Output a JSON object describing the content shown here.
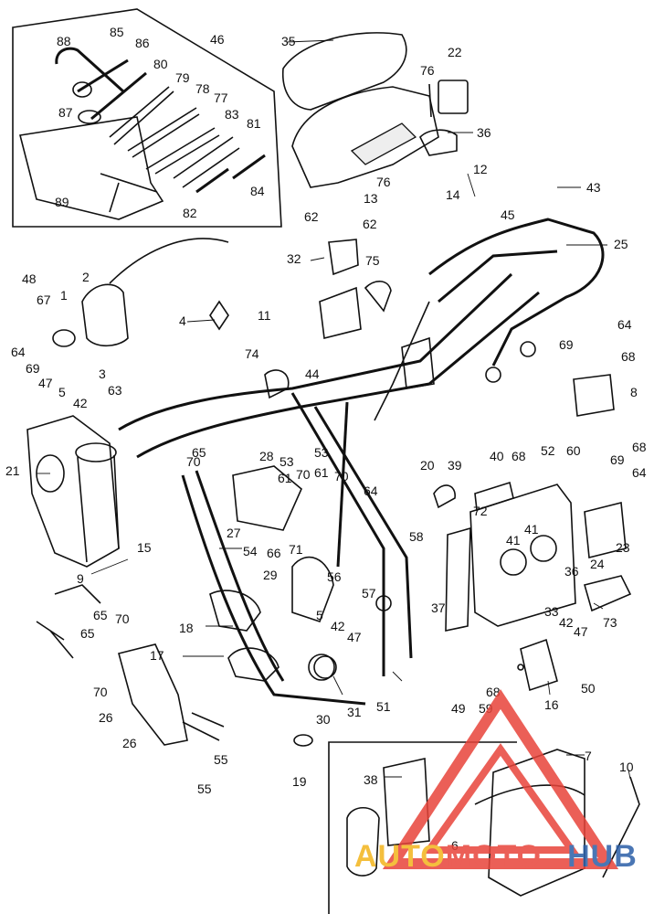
{
  "watermark": {
    "parts": [
      "AUTO",
      "MOTO",
      "HUB"
    ],
    "colors": [
      "#f3b51c",
      "#e8443a",
      "#2b5fa8"
    ],
    "logo_color": "#e8443a"
  },
  "callouts": [
    {
      "id": "c88",
      "text": "88"
    },
    {
      "id": "c85",
      "text": "85"
    },
    {
      "id": "c86",
      "text": "86"
    },
    {
      "id": "c46",
      "text": "46"
    },
    {
      "id": "c80",
      "text": "80"
    },
    {
      "id": "c79",
      "text": "79"
    },
    {
      "id": "c78",
      "text": "78"
    },
    {
      "id": "c77",
      "text": "77"
    },
    {
      "id": "c87",
      "text": "87"
    },
    {
      "id": "c83",
      "text": "83"
    },
    {
      "id": "c81",
      "text": "81"
    },
    {
      "id": "c84",
      "text": "84"
    },
    {
      "id": "c82",
      "text": "82"
    },
    {
      "id": "c89",
      "text": "89"
    },
    {
      "id": "c35",
      "text": "35"
    },
    {
      "id": "c22",
      "text": "22"
    },
    {
      "id": "c76a",
      "text": "76"
    },
    {
      "id": "c36a",
      "text": "36"
    },
    {
      "id": "c12",
      "text": "12"
    },
    {
      "id": "c76b",
      "text": "76"
    },
    {
      "id": "c43",
      "text": "43"
    },
    {
      "id": "c13",
      "text": "13"
    },
    {
      "id": "c14",
      "text": "14"
    },
    {
      "id": "c62a",
      "text": "62"
    },
    {
      "id": "c62b",
      "text": "62"
    },
    {
      "id": "c45",
      "text": "45"
    },
    {
      "id": "c25",
      "text": "25"
    },
    {
      "id": "c32",
      "text": "32"
    },
    {
      "id": "c75",
      "text": "75"
    },
    {
      "id": "c48",
      "text": "48"
    },
    {
      "id": "c2",
      "text": "2"
    },
    {
      "id": "c67",
      "text": "67"
    },
    {
      "id": "c1",
      "text": "1"
    },
    {
      "id": "c4",
      "text": "4"
    },
    {
      "id": "c11",
      "text": "11"
    },
    {
      "id": "c64a",
      "text": "64"
    },
    {
      "id": "c69a",
      "text": "69"
    },
    {
      "id": "c68a",
      "text": "68"
    },
    {
      "id": "c64b",
      "text": "64"
    },
    {
      "id": "c69b",
      "text": "69"
    },
    {
      "id": "c47a",
      "text": "47"
    },
    {
      "id": "c3",
      "text": "3"
    },
    {
      "id": "c63",
      "text": "63"
    },
    {
      "id": "c74",
      "text": "74"
    },
    {
      "id": "c44",
      "text": "44"
    },
    {
      "id": "c8",
      "text": "8"
    },
    {
      "id": "c5a",
      "text": "5"
    },
    {
      "id": "c42a",
      "text": "42"
    },
    {
      "id": "c21",
      "text": "21"
    },
    {
      "id": "c65a",
      "text": "65"
    },
    {
      "id": "c28",
      "text": "28"
    },
    {
      "id": "c53a",
      "text": "53"
    },
    {
      "id": "c53b",
      "text": "53"
    },
    {
      "id": "c70a",
      "text": "70"
    },
    {
      "id": "c61a",
      "text": "61"
    },
    {
      "id": "c70b",
      "text": "70"
    },
    {
      "id": "c61b",
      "text": "61"
    },
    {
      "id": "c70c",
      "text": "70"
    },
    {
      "id": "c20",
      "text": "20"
    },
    {
      "id": "c39",
      "text": "39"
    },
    {
      "id": "c40",
      "text": "40"
    },
    {
      "id": "c68b",
      "text": "68"
    },
    {
      "id": "c52",
      "text": "52"
    },
    {
      "id": "c60",
      "text": "60"
    },
    {
      "id": "c68c",
      "text": "68"
    },
    {
      "id": "c69c",
      "text": "69"
    },
    {
      "id": "c64c",
      "text": "64"
    },
    {
      "id": "c64d",
      "text": "64"
    },
    {
      "id": "c27",
      "text": "27"
    },
    {
      "id": "c72",
      "text": "72"
    },
    {
      "id": "c41a",
      "text": "41"
    },
    {
      "id": "c41b",
      "text": "41"
    },
    {
      "id": "c58",
      "text": "58"
    },
    {
      "id": "c15",
      "text": "15"
    },
    {
      "id": "c54",
      "text": "54"
    },
    {
      "id": "c66",
      "text": "66"
    },
    {
      "id": "c71",
      "text": "71"
    },
    {
      "id": "c24",
      "text": "24"
    },
    {
      "id": "c23",
      "text": "23"
    },
    {
      "id": "c9",
      "text": "9"
    },
    {
      "id": "c29",
      "text": "29"
    },
    {
      "id": "c56",
      "text": "56"
    },
    {
      "id": "c36b",
      "text": "36"
    },
    {
      "id": "c57",
      "text": "57"
    },
    {
      "id": "c37",
      "text": "37"
    },
    {
      "id": "c73",
      "text": "73"
    },
    {
      "id": "c65b",
      "text": "65"
    },
    {
      "id": "c70d",
      "text": "70"
    },
    {
      "id": "c5b",
      "text": "5"
    },
    {
      "id": "c42b",
      "text": "42"
    },
    {
      "id": "c33",
      "text": "33"
    },
    {
      "id": "c42c",
      "text": "42"
    },
    {
      "id": "c47b",
      "text": "47"
    },
    {
      "id": "c47c",
      "text": "47"
    },
    {
      "id": "c18",
      "text": "18"
    },
    {
      "id": "c65c",
      "text": "65"
    },
    {
      "id": "c17",
      "text": "17"
    },
    {
      "id": "c70e",
      "text": "70"
    },
    {
      "id": "c50",
      "text": "50"
    },
    {
      "id": "c30",
      "text": "30"
    },
    {
      "id": "c31",
      "text": "31"
    },
    {
      "id": "c51",
      "text": "51"
    },
    {
      "id": "c16",
      "text": "16"
    },
    {
      "id": "c68d",
      "text": "68"
    },
    {
      "id": "c49",
      "text": "49"
    },
    {
      "id": "c59",
      "text": "59"
    },
    {
      "id": "c26a",
      "text": "26"
    },
    {
      "id": "c26b",
      "text": "26"
    },
    {
      "id": "c55a",
      "text": "55"
    },
    {
      "id": "c55b",
      "text": "55"
    },
    {
      "id": "c19",
      "text": "19"
    },
    {
      "id": "c7",
      "text": "7"
    },
    {
      "id": "c10",
      "text": "10"
    },
    {
      "id": "c38",
      "text": "38"
    },
    {
      "id": "c6",
      "text": "6"
    }
  ]
}
